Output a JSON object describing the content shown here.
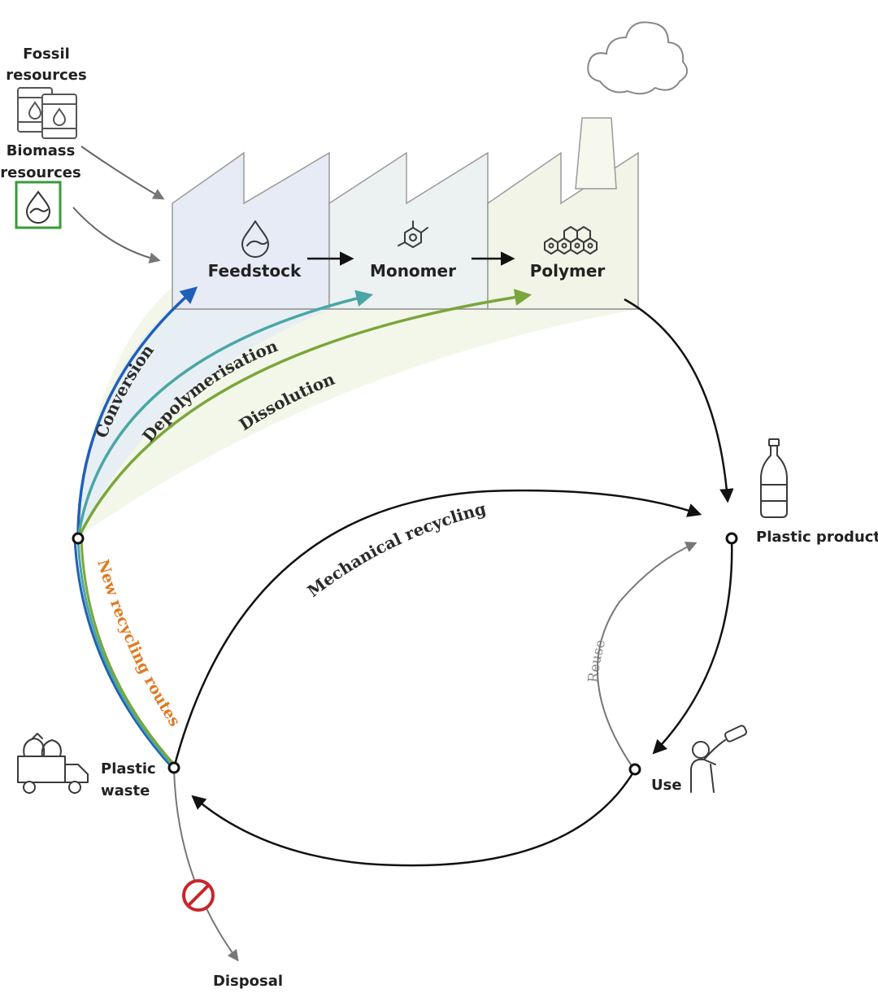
{
  "inputs": {
    "fossil_line1": "Fossil",
    "fossil_line2": "resources",
    "biomass_line1": "Biomass",
    "biomass_line2": "resources"
  },
  "factory": {
    "feedstock": "Feedstock",
    "monomer": "Monomer",
    "polymer": "Polymer"
  },
  "routes": {
    "conversion": "Conversion",
    "depolymerisation": "Depolymerisation",
    "dissolution": "Dissolution",
    "new_routes": "New recycling routes",
    "mechanical": "Mechanical recycling",
    "reuse": "Reuse"
  },
  "nodes": {
    "plastic_product": "Plastic product",
    "use": "Use",
    "plastic_waste_line1": "Plastic",
    "plastic_waste_line2": "waste",
    "disposal": "Disposal"
  },
  "colors": {
    "conversion": "#1f5fb8",
    "depolymerisation": "#4aa6a6",
    "dissolution": "#7aa63a",
    "new_routes_text": "#e07a22",
    "forbidden": "#c8262a",
    "biomass_frame": "#3a9a3a"
  }
}
